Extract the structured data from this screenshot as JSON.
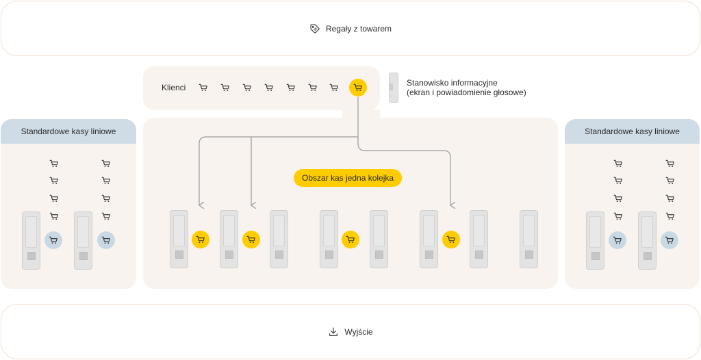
{
  "top_zone": {
    "label": "Regały z towarem",
    "icon": "price-tag-icon"
  },
  "bottom_zone": {
    "label": "Wyjście",
    "icon": "download-exit-icon"
  },
  "customers": {
    "label": "Klienci"
  },
  "info_station": {
    "line1": "Stanowisko informacyjne",
    "line2": "(ekran i powiadomienie głosowe)"
  },
  "left_panel": {
    "header": "Standardowe kasy liniowe"
  },
  "right_panel": {
    "header": "Standardowe kasy liniowe"
  },
  "center": {
    "badge": "Obszar kas jedna kolejka"
  },
  "colors": {
    "accent_yellow": "#ffcc00",
    "panel_bg": "#f8f3ee",
    "header_blue": "#cfdce5"
  }
}
